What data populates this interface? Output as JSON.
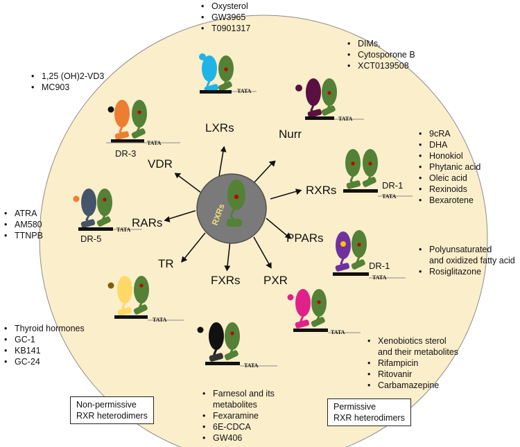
{
  "center": {
    "label": "RXRs"
  },
  "receptors": {
    "lxr": {
      "name": "LXRs"
    },
    "nurr": {
      "name": "Nurr"
    },
    "vdr": {
      "name": "VDR",
      "element": "DR-3"
    },
    "rxr": {
      "name": "RXRs",
      "element": "DR-1"
    },
    "rar": {
      "name": "RARs",
      "element": "DR-5"
    },
    "ppar": {
      "name": "PPARs",
      "element": "DR-1"
    },
    "tr": {
      "name": "TR"
    },
    "fxr": {
      "name": "FXRs"
    },
    "pxr": {
      "name": "PXR"
    }
  },
  "tata_label": "TATA",
  "ligands": {
    "lxr": [
      "Oxysterol",
      "GW3965",
      "T0901317"
    ],
    "nurr": [
      "DIMs,",
      "Cytosporone B",
      "XCT0139508"
    ],
    "vdr": [
      "1,25 (OH)2-VD3",
      "MC903"
    ],
    "rxr": [
      "9cRA",
      "DHA",
      "Honokiol",
      "Phytanic acid",
      "Oleic acid",
      "Rexinoids",
      "Bexarotene"
    ],
    "rar": [
      "ATRA",
      "AM580",
      "TTNPB"
    ],
    "ppar": [
      "Polyunsaturated\nand oxidized fatty acid",
      "Rosiglitazone"
    ],
    "tr": [
      "Thyroid hormones",
      "GC-1",
      "KB141",
      "GC-24"
    ],
    "fxr": [
      "Farnesol and its\nmetabolites",
      " Fexaramine",
      "6E-CDCA",
      "GW406"
    ],
    "pxr": [
      "Xenobiotics sterol\nand their metabolites",
      "Rifampicin",
      "Ritovanir",
      "Carbamazepine"
    ]
  },
  "boxes": {
    "non_permissive": "Non-permissive\nRXR heterodimers",
    "permissive": "Permissive\nRXR heterodimers"
  },
  "colors": {
    "background_circle": "#fbeecb",
    "center_circle": "#7a7a7a",
    "rxr_green": "#538135",
    "rxr_dot": "#c00000",
    "lxr": "#1fb4e6",
    "nurr": "#5a1040",
    "vdr": "#ed7d31",
    "rar": "#44546a",
    "ppar": "#7030a0",
    "tr": "#ffd966",
    "fxr": "#111111",
    "pxr": "#e0218a"
  }
}
